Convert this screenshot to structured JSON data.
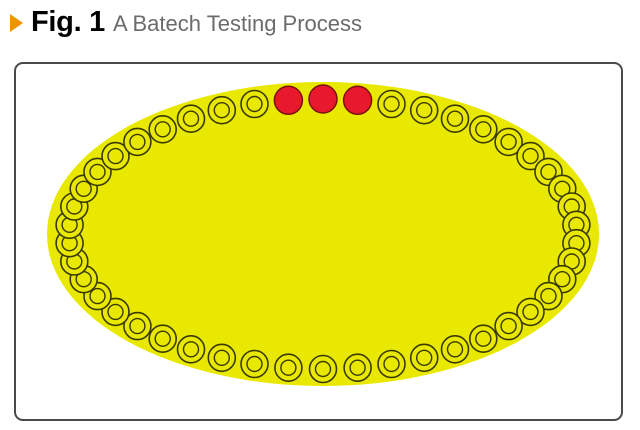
{
  "caption": {
    "figure_label": "Fig. 1",
    "title": "A Batech Testing Process"
  },
  "diagram": {
    "colors": {
      "arrow": "#f39200",
      "tray": "#e8e800",
      "ring": "#3a3a00",
      "active_fill": "#e8192c",
      "active_stroke": "#7a1010",
      "frame": "#4a4a4a"
    },
    "positions_total": 46,
    "active_positions": [
      0,
      1,
      2
    ],
    "marker_icon": "arrow-right-icon"
  }
}
